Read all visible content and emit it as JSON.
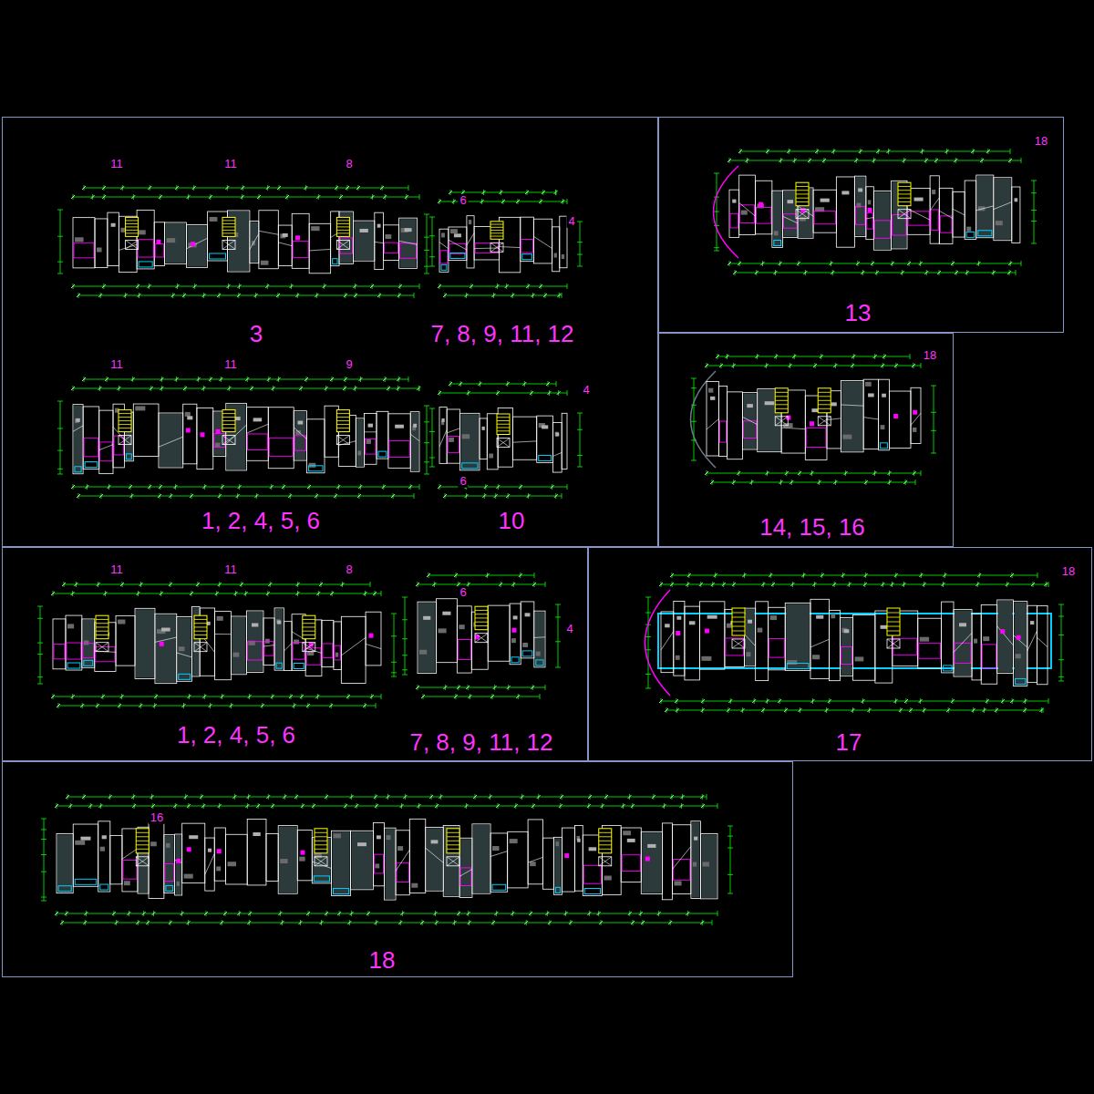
{
  "diagram": {
    "nodes": [
      {
        "text": [
          "3",
          "7, 8, 9, 11, 12",
          "1, 2, 4, 5, 6",
          "10"
        ]
      },
      {
        "text": [
          "13"
        ]
      },
      {
        "text": [
          "14, 15, 16"
        ]
      },
      {
        "text": [
          "1, 2, 4, 5, 6",
          "7, 8, 9, 11, 12"
        ]
      },
      {
        "text": [
          "17"
        ]
      },
      {
        "text": [
          "18"
        ]
      }
    ],
    "labels": [
      "11",
      "11",
      "8",
      "6",
      "4",
      "11",
      "11",
      "9",
      "4",
      "6",
      "18",
      "18",
      "11",
      "11",
      "8",
      "6",
      "4",
      "18",
      "16"
    ]
  }
}
